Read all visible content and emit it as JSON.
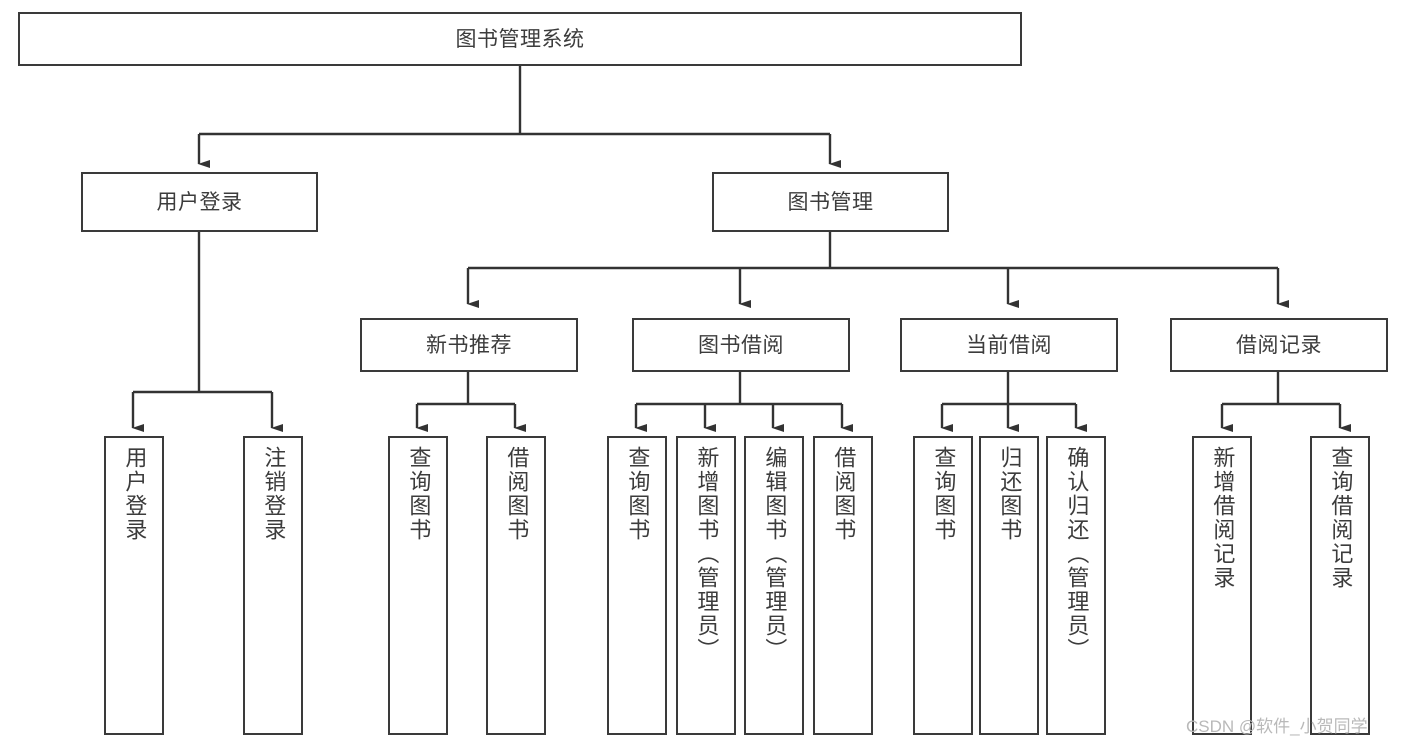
{
  "diagram": {
    "type": "tree-hierarchy",
    "title": "图书管理系统",
    "watermark": "CSDN @软件_小贺同学",
    "colors": {
      "box_border": "#3a3a3a",
      "box_fill": "#ffffff",
      "text": "#3c3c3c",
      "connector": "#333333",
      "watermark": "#b9b9b9"
    },
    "root": {
      "label": "图书管理系统"
    },
    "level2": [
      {
        "label": "用户登录"
      },
      {
        "label": "图书管理"
      }
    ],
    "level3": [
      {
        "label": "新书推荐"
      },
      {
        "label": "图书借阅"
      },
      {
        "label": "当前借阅"
      },
      {
        "label": "借阅记录"
      }
    ],
    "leaves": {
      "user_login": [
        {
          "label": "用户登录"
        },
        {
          "label": "注销登录"
        }
      ],
      "new_book_recommend": [
        {
          "label": "查询图书"
        },
        {
          "label": "借阅图书"
        }
      ],
      "book_borrow": [
        {
          "label": "查询图书"
        },
        {
          "label": "新增图书（管理员）"
        },
        {
          "label": "编辑图书（管理员）"
        },
        {
          "label": "借阅图书"
        }
      ],
      "current_borrow": [
        {
          "label": "查询图书"
        },
        {
          "label": "归还图书"
        },
        {
          "label": "确认归还（管理员）"
        }
      ],
      "borrow_record": [
        {
          "label": "新增借阅记录"
        },
        {
          "label": "查询借阅记录"
        }
      ]
    }
  }
}
